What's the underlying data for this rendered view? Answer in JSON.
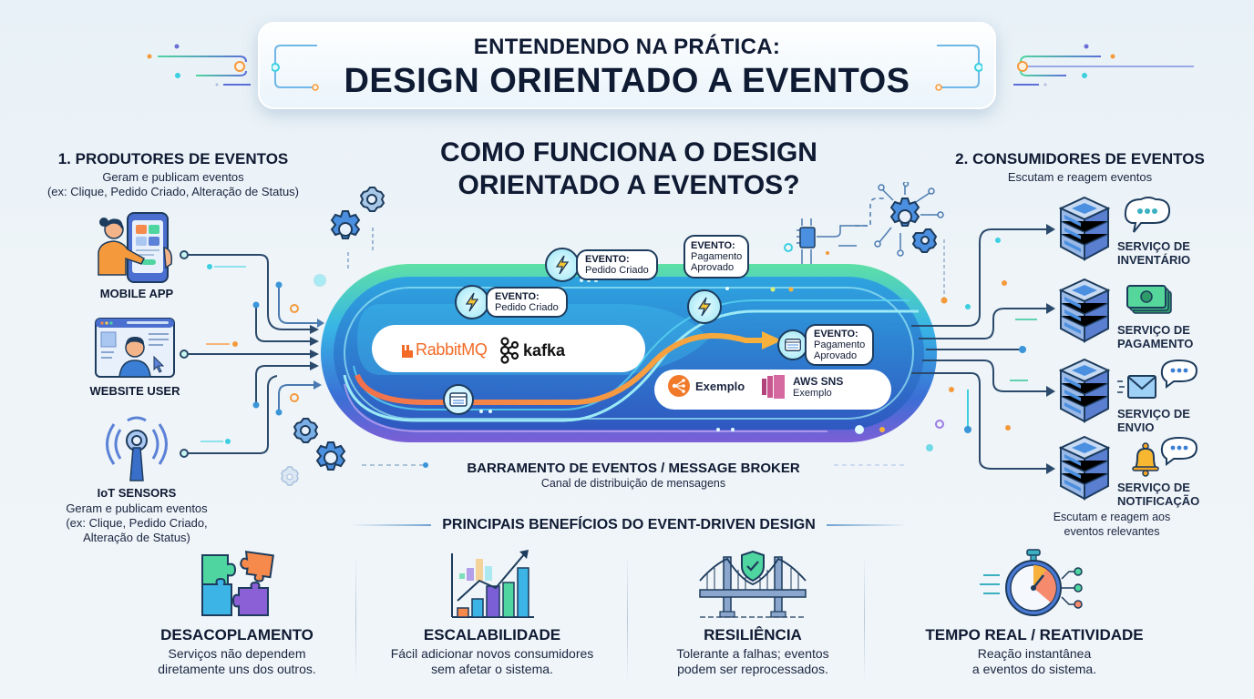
{
  "title": {
    "line1": "ENTENDENDO NA PRÁTICA:",
    "line2": "DESIGN ORIENTADO A EVENTOS"
  },
  "question": {
    "line1": "COMO FUNCIONA O DESIGN",
    "line2": "ORIENTADO A EVENTOS?"
  },
  "producers": {
    "heading": "1. PRODUTORES DE EVENTOS",
    "subtitle1": "Geram e publicam eventos",
    "subtitle2": "(ex: Clique, Pedido Criado, Alteração de Status)",
    "items": [
      {
        "label": "MOBILE APP",
        "icon": "mobile-user-icon"
      },
      {
        "label": "WEBSITE USER",
        "icon": "web-user-icon"
      },
      {
        "label": "IoT SENSORS",
        "icon": "antenna-icon"
      }
    ],
    "iot_desc1": "Geram e publicam eventos",
    "iot_desc2": "(ex: Clique, Pedido Criado,",
    "iot_desc3": "Alteração de Status)"
  },
  "consumers": {
    "heading": "2. CONSUMIDORES DE EVENTOS",
    "subtitle": "Escutam e reagem eventos",
    "services": [
      {
        "line1": "SERVIÇO DE",
        "line2": "INVENTÁRIO",
        "icon": "chat-bubble-icon"
      },
      {
        "line1": "SERVIÇO DE",
        "line2": "PAGAMENTO",
        "icon": "money-icon"
      },
      {
        "line1": "SERVIÇO DE",
        "line2": "ENVIO",
        "icon": "envelope-icon"
      },
      {
        "line1": "SERVIÇO DE",
        "line2": "NOTIFICAÇÃO",
        "icon": "bell-icon"
      }
    ],
    "footer1": "Escutam e reagem aos",
    "footer2": "eventos relevantes"
  },
  "broker": {
    "events": [
      {
        "label": "EVENTO:",
        "name": "Pedido Criado"
      },
      {
        "label": "EVENTO:",
        "name": "Pedido Criado"
      },
      {
        "label": "EVENTO:",
        "name1": "Pagamento",
        "name2": "Aprovado"
      },
      {
        "label": "EVENTO:",
        "name1": "Pagamento",
        "name2": "Aprovado"
      }
    ],
    "logos": {
      "rabbit": "RabbitMQ",
      "kafka": "kafka",
      "example1": "Exemplo",
      "aws_title": "AWS SNS",
      "aws_sub": "Exemplo"
    },
    "title": "BARRAMENTO DE EVENTOS / MESSAGE BROKER",
    "subtitle": "Canal de distribuição de mensagens"
  },
  "benefits": {
    "heading": "PRINCIPAIS BENEFÍCIOS DO EVENT-DRIVEN DESIGN",
    "items": [
      {
        "title": "DESACOPLAMENTO",
        "desc1": "Serviços não dependem",
        "desc2": "diretamente uns dos outros.",
        "icon": "puzzle-icon"
      },
      {
        "title": "ESCALABILIDADE",
        "desc1": "Fácil adicionar novos consumidores",
        "desc2": "sem afetar o sistema.",
        "icon": "growth-chart-icon"
      },
      {
        "title": "RESILIÊNCIA",
        "desc1": "Tolerante a falhas; eventos",
        "desc2": "podem ser reprocessados.",
        "icon": "bridge-shield-icon"
      },
      {
        "title": "TEMPO REAL / REATIVIDADE",
        "desc1": "Reação instantânea",
        "desc2": "a eventos do sistema.",
        "icon": "stopwatch-icon"
      }
    ]
  },
  "colors": {
    "navy": "#0f1a33",
    "line": "#2b4a6b",
    "teal": "#3ccfe0",
    "green": "#4fd6a0",
    "blue": "#3a7fd5",
    "purple": "#7b5fd6",
    "orange": "#f59a3c"
  }
}
